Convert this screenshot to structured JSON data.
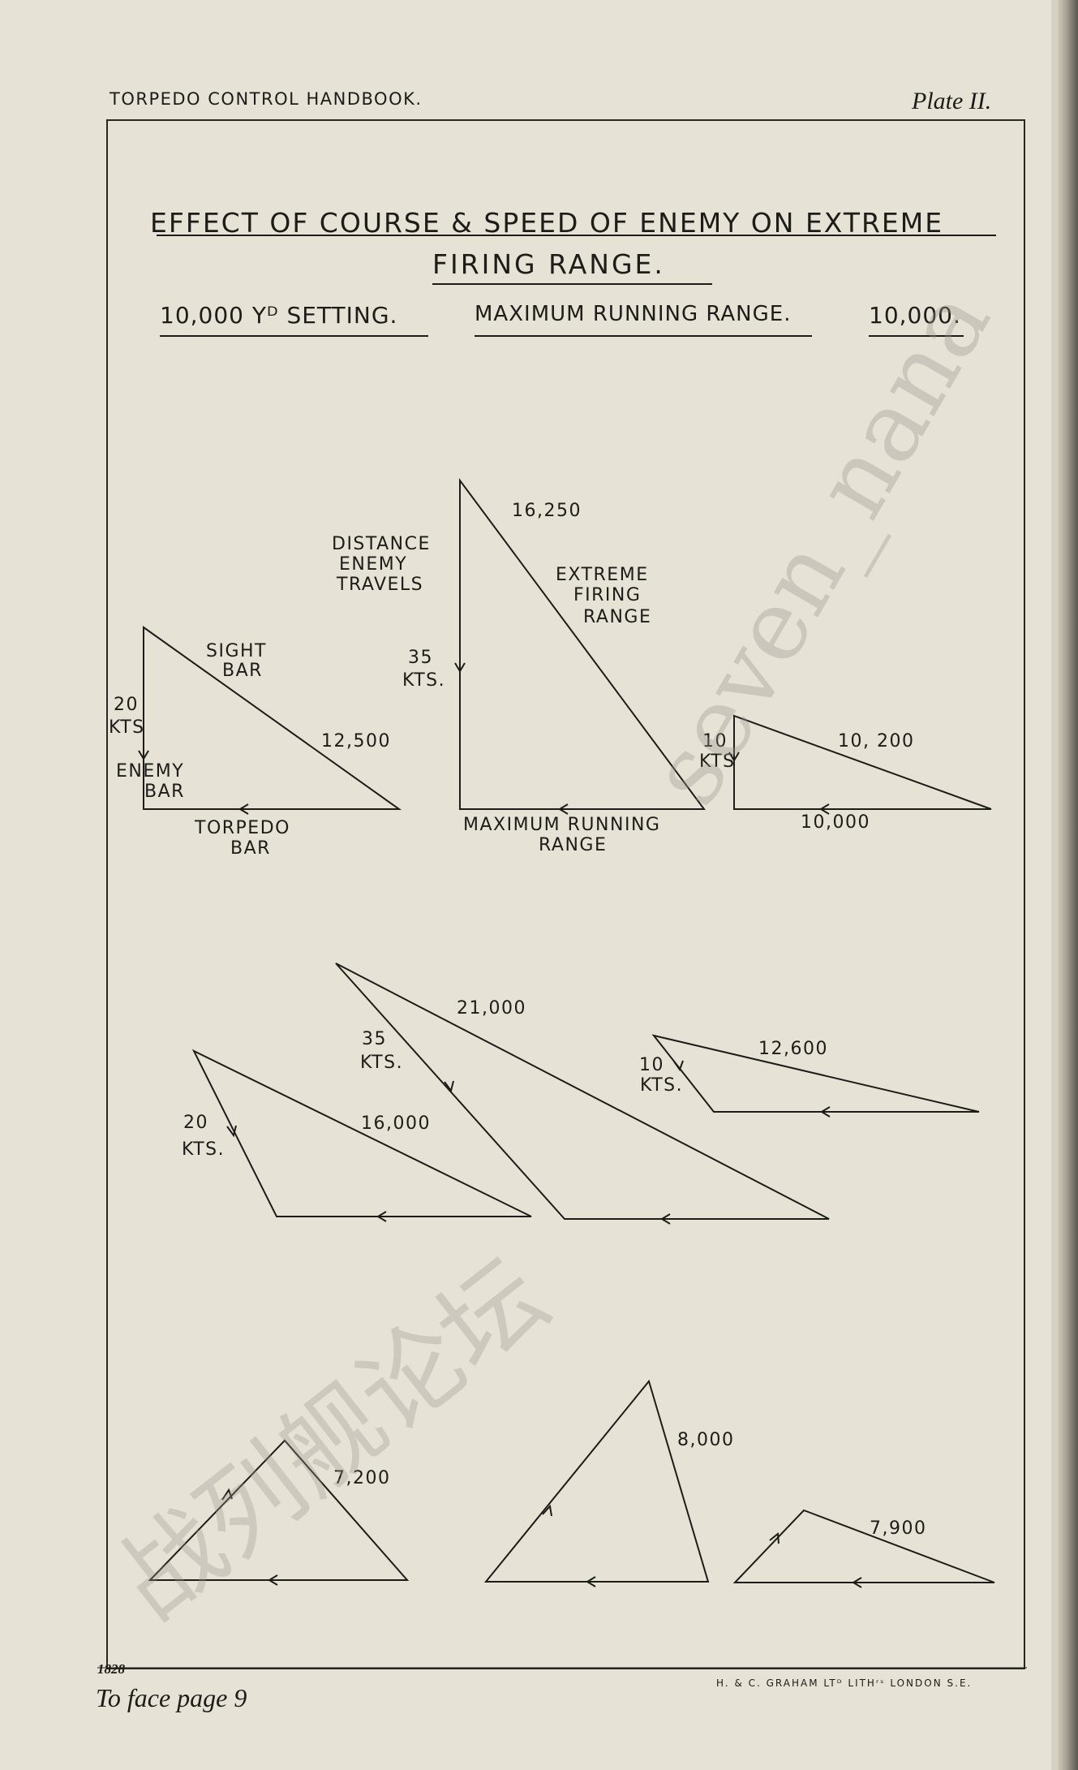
{
  "header": {
    "left": "TORPEDO CONTROL HANDBOOK.",
    "right": "Plate II."
  },
  "title": {
    "line1": "EFFECT OF COURSE & SPEED OF ENEMY ON EXTREME",
    "line2": "FIRING RANGE."
  },
  "subtitle": {
    "setting": "10,000 Yᴰ SETTING.",
    "max_range_label": "MAXIMUM RUNNING RANGE.",
    "max_range_value": "10,000."
  },
  "diagram_1": {
    "speed": "20",
    "speed_unit": "KTS",
    "hypotenuse": "12,500",
    "sight_bar": [
      "SIGHT",
      "BAR"
    ],
    "enemy_bar": [
      "ENEMY",
      "BAR"
    ],
    "torpedo_bar": [
      "TORPEDO",
      "BAR"
    ]
  },
  "diagram_2": {
    "speed": "35",
    "speed_unit": "KTS.",
    "hypotenuse": "16,250",
    "distance_label": [
      "DISTANCE",
      "ENEMY",
      "TRAVELS"
    ],
    "extreme_label": [
      "EXTREME",
      "FIRING",
      "RANGE"
    ],
    "base_label": [
      "MAXIMUM RUNNING",
      "RANGE"
    ]
  },
  "diagram_3": {
    "speed": "10",
    "speed_unit": "KTS",
    "hypotenuse": "10, 200",
    "base": "10,000"
  },
  "row2": {
    "a": {
      "speed": "20",
      "speed_unit": "KTS.",
      "range": "16,000"
    },
    "b": {
      "speed": "35",
      "speed_unit": "KTS.",
      "range": "21,000"
    },
    "c": {
      "speed": "10",
      "speed_unit": "KTS.",
      "range": "12,600"
    }
  },
  "row3": {
    "a": {
      "range": "7,200"
    },
    "b": {
      "range": "8,000"
    },
    "c": {
      "range": "7,900"
    }
  },
  "watermark": {
    "latin": "seven_nana",
    "cjk": "战列舰论坛"
  },
  "footer": {
    "plate_number": "1828",
    "to_face": "To face page 9",
    "printer": "H. & C. GRAHAM LTᴰ LITHʳˢ LONDON S.E."
  }
}
